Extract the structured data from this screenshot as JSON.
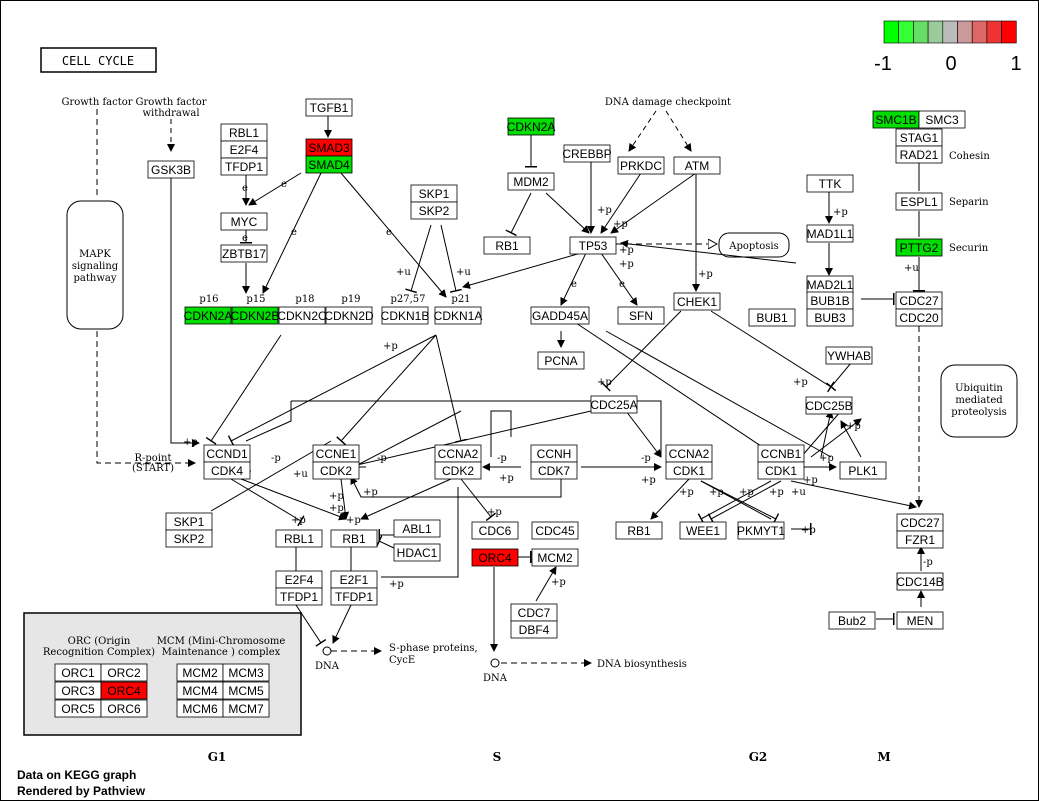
{
  "title": "CELL CYCLE",
  "legend": {
    "min": "-1",
    "mid": "0",
    "max": "1",
    "colors": [
      "#00ff00",
      "#33ff33",
      "#66dd66",
      "#99cc99",
      "#bbbbbb",
      "#cc9999",
      "#dd6666",
      "#ee3333",
      "#ff0000"
    ]
  },
  "colors": {
    "up": "#ff0000",
    "down": "#00dd00"
  },
  "labels": {
    "growth_factor": "Growth factor",
    "growth_factor_withdrawal_1": "Growth factor",
    "growth_factor_withdrawal_2": "withdrawal",
    "mapk_1": "MAPK",
    "mapk_2": "signaling",
    "mapk_3": "pathway",
    "dna_damage": "DNA damage checkpoint",
    "apoptosis": "Apoptosis",
    "cohesin": "Cohesin",
    "separin": "Separin",
    "securin": "Securin",
    "ubiq_1": "Ubiquitin",
    "ubiq_2": "mediated",
    "ubiq_3": "proteolysis",
    "rpoint_1": "R-point",
    "rpoint_2": "(START)",
    "sphase_1": "S-phase proteins,",
    "sphase_2": "CycE",
    "dna_a": "DNA",
    "dna_b": "DNA",
    "dna_bio": "DNA biosynthesis",
    "p16": "p16",
    "p15": "p15",
    "p18": "p18",
    "p19": "p19",
    "p27": "p27,57",
    "p21": "p21",
    "orc_title_1": "ORC (Origin",
    "orc_title_2": "Recognition Complex)",
    "mcm_title_1": "MCM (Mini-Chromosome",
    "mcm_title_2": "Maintenance ) complex",
    "g1": "G1",
    "s": "S",
    "g2": "G2",
    "m": "M",
    "footer_1": "Data on KEGG graph",
    "footer_2": "Rendered by Pathview"
  },
  "genes": {
    "tgfb1": "TGFB1",
    "smad3": "SMAD3",
    "smad4": "SMAD4",
    "rbl1_top": "RBL1",
    "e2f4_top": "E2F4",
    "tfdp1_top": "TFDP1",
    "gsk3b": "GSK3B",
    "myc": "MYC",
    "zbtb17": "ZBTB17",
    "skp1_top": "SKP1",
    "skp2_top": "SKP2",
    "cdkn2a_top": "CDKN2A",
    "mdm2": "MDM2",
    "rb1_top": "RB1",
    "crebbp": "CREBBP",
    "prkdc": "PRKDC",
    "atm": "ATM",
    "tp53": "TP53",
    "smc1b": "SMC1B",
    "smc3": "SMC3",
    "stag1": "STAG1",
    "rad21": "RAD21",
    "ttk": "TTK",
    "mad1l1": "MAD1L1",
    "espl1": "ESPL1",
    "pttg2": "PTTG2",
    "mad2l1": "MAD2L1",
    "bub1b": "BUB1B",
    "bub1": "BUB1",
    "bub3": "BUB3",
    "cdc27_top": "CDC27",
    "cdc20": "CDC20",
    "cdkn2a": "CDKN2A",
    "cdkn2b": "CDKN2B",
    "cdkn2c": "CDKN2C",
    "cdkn2d": "CDKN2D",
    "cdkn1b": "CDKN1B",
    "cdkn1a": "CDKN1A",
    "gadd45a": "GADD45A",
    "sfn": "SFN",
    "chek1": "CHEK1",
    "pcna": "PCNA",
    "ywhab": "YWHAB",
    "cdc25a": "CDC25A",
    "cdc25b": "CDC25B",
    "ccnd1": "CCND1",
    "cdk4": "CDK4",
    "ccne1": "CCNE1",
    "cdk2_a": "CDK2",
    "ccna2_a": "CCNA2",
    "cdk2_b": "CDK2",
    "ccnh": "CCNH",
    "cdk7": "CDK7",
    "ccna2_b": "CCNA2",
    "cdk1_a": "CDK1",
    "ccnb1": "CCNB1",
    "cdk1_b": "CDK1",
    "plk1": "PLK1",
    "skp1": "SKP1",
    "skp2": "SKP2",
    "rbl1": "RBL1",
    "rb1": "RB1",
    "abl1": "ABL1",
    "hdac1": "HDAC1",
    "e2f4": "E2F4",
    "tfdp1_a": "TFDP1",
    "e2f1": "E2F1",
    "tfdp1_b": "TFDP1",
    "cdc6": "CDC6",
    "cdc45": "CDC45",
    "orc4": "ORC4",
    "mcm2": "MCM2",
    "cdc7": "CDC7",
    "dbf4": "DBF4",
    "rb1_g2": "RB1",
    "wee1": "WEE1",
    "pkmyt1": "PKMYT1",
    "cdc27": "CDC27",
    "fzr1": "FZR1",
    "cdc14b": "CDC14B",
    "bub2": "Bub2",
    "men": "MEN",
    "orc1": "ORC1",
    "orc2": "ORC2",
    "orc3": "ORC3",
    "orc4_l": "ORC4",
    "orc5": "ORC5",
    "orc6": "ORC6",
    "mcm2_l": "MCM2",
    "mcm3": "MCM3",
    "mcm4": "MCM4",
    "mcm5": "MCM5",
    "mcm6": "MCM6",
    "mcm7": "MCM7"
  },
  "edge_labels": {
    "p": "+p",
    "mp": "-p",
    "u": "+u",
    "e": "e"
  }
}
